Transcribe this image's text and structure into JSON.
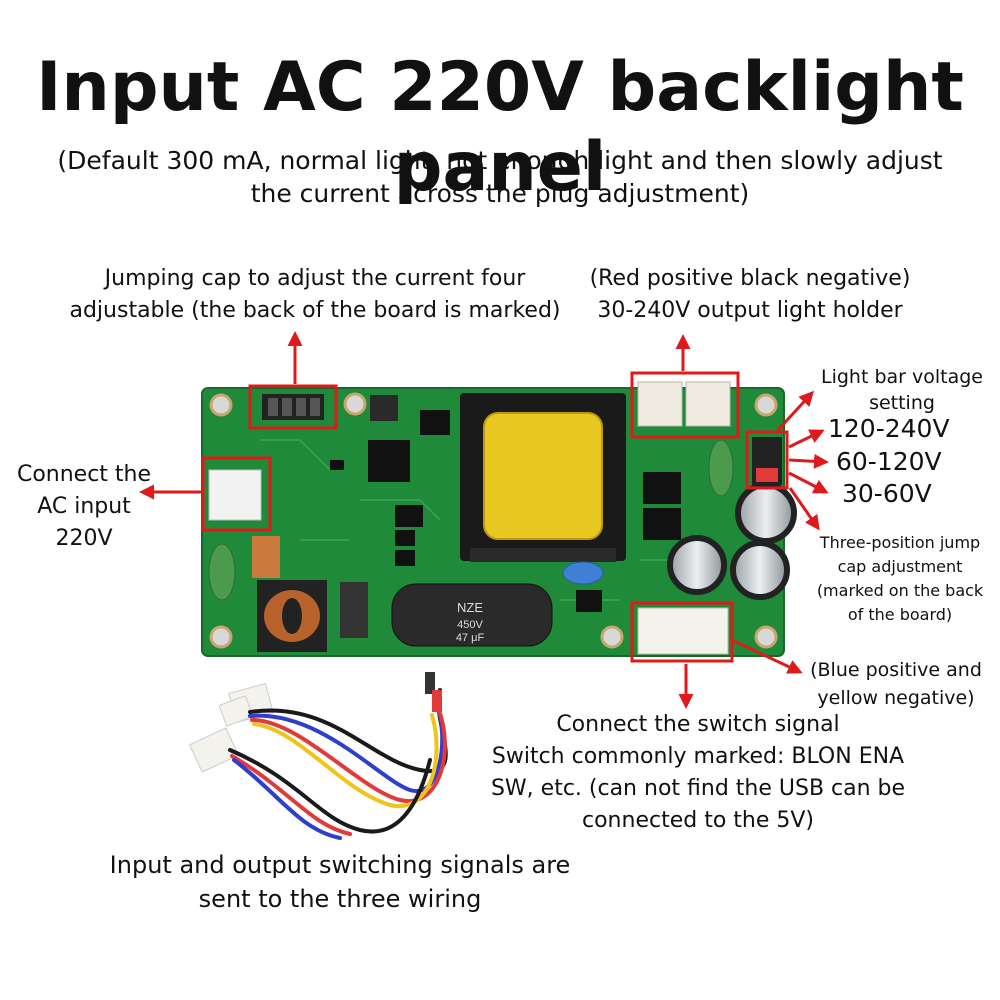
{
  "header": {
    "title": "Input AC 220V backlight panel",
    "subtitle_line1": "(Default 300 mA, normal light, not enough light and then slowly adjust",
    "subtitle_line2": "the current across the plug adjustment)"
  },
  "labels": {
    "jumping_cap_line1": "Jumping cap to adjust the current four",
    "jumping_cap_line2": "adjustable (the back of the board is marked)",
    "output_holder_line1": "(Red positive black negative)",
    "output_holder_line2": "30-240V output light holder",
    "ac_input_line1": "Connect the",
    "ac_input_line2": "AC input",
    "ac_input_line3": "220V",
    "voltage_setting_line1": "Light bar voltage",
    "voltage_setting_line2": "setting",
    "voltage_options": [
      "120-240V",
      "60-120V",
      "30-60V"
    ],
    "three_position_line1": "Three-position jump",
    "three_position_line2": "cap adjustment",
    "three_position_line3": "(marked on the back",
    "three_position_line4": "of the board)",
    "blue_yellow_line1": "(Blue positive and",
    "blue_yellow_line2": "yellow negative)",
    "switch_line1": "Connect the switch signal",
    "switch_line2": "Switch commonly marked: BLON ENA",
    "switch_line3": "SW, etc. (can not find the USB can be",
    "switch_line4": "connected to the 5V)",
    "wiring_line1": "Input and output switching signals are",
    "wiring_line2": "sent to the three wiring"
  },
  "board": {
    "capacitor_brand": "NZE",
    "capacitor_rating": "450V",
    "capacitor_value": "47 μF"
  },
  "colors": {
    "accent_red": "#e0191b",
    "pcb_green": "#1f8a3a",
    "transformer_yellow": "#e8c820"
  }
}
